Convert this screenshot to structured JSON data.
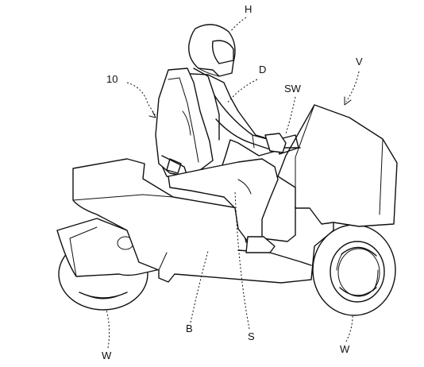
{
  "labels": {
    "helmet": "H",
    "airbag_device": "10",
    "airbag_d": "D",
    "vehicle": "V",
    "steering": "SW",
    "body": "B",
    "seat": "S",
    "rear_wheel": "W",
    "front_wheel": "W"
  }
}
